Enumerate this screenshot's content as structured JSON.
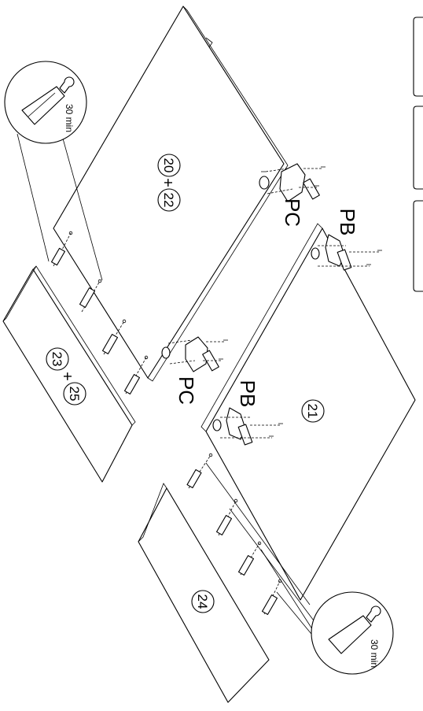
{
  "panel_labels": {
    "upper_door": {
      "a": "20",
      "plus": "+",
      "b": "22"
    },
    "upper_side": {
      "a": "23",
      "plus": "+",
      "b": "25"
    },
    "lower_door": "21",
    "lower_side": "24"
  },
  "hinge_labels": {
    "upper_right": "PC",
    "upper_left": "PC",
    "lower_right": "PB",
    "lower_left": "PB"
  },
  "glue_callouts": {
    "top": "30 min",
    "bottom": "30 min"
  },
  "side_tabs_count": 3
}
